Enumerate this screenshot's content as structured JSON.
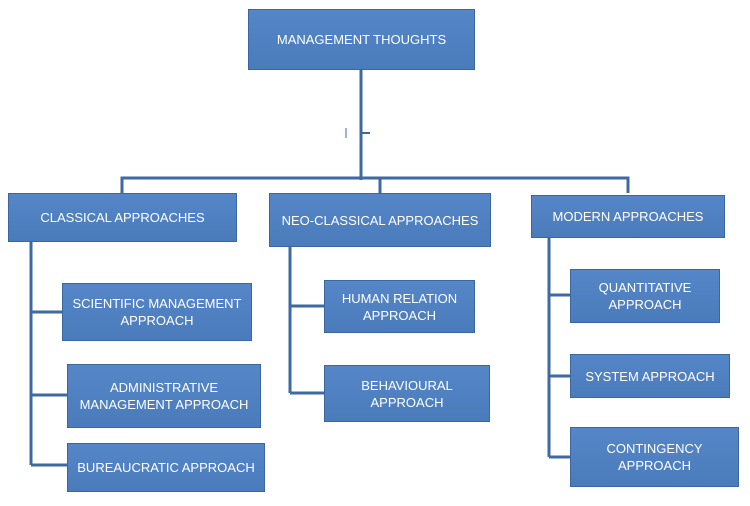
{
  "root": {
    "label": "MANAGEMENT THOUGHTS"
  },
  "branches": [
    {
      "label": "CLASSICAL APPROACHES",
      "children": [
        "SCIENTIFIC MANAGEMENT APPROACH",
        "ADMINISTRATIVE MANAGEMENT APPROACH",
        "BUREAUCRATIC APPROACH"
      ]
    },
    {
      "label": "NEO-CLASSICAL APPROACHES",
      "children": [
        "HUMAN RELATION APPROACH",
        "BEHAVIOURAL APPROACH"
      ]
    },
    {
      "label": "MODERN APPROACHES",
      "children": [
        "QUANTITATIVE APPROACH",
        "SYSTEM APPROACH",
        "CONTINGENCY APPROACH"
      ]
    }
  ],
  "colors": {
    "box_fill": "#4f81bd",
    "box_border": "#3b67a0",
    "connector": "#3e6aa3",
    "text": "#ffffff"
  }
}
